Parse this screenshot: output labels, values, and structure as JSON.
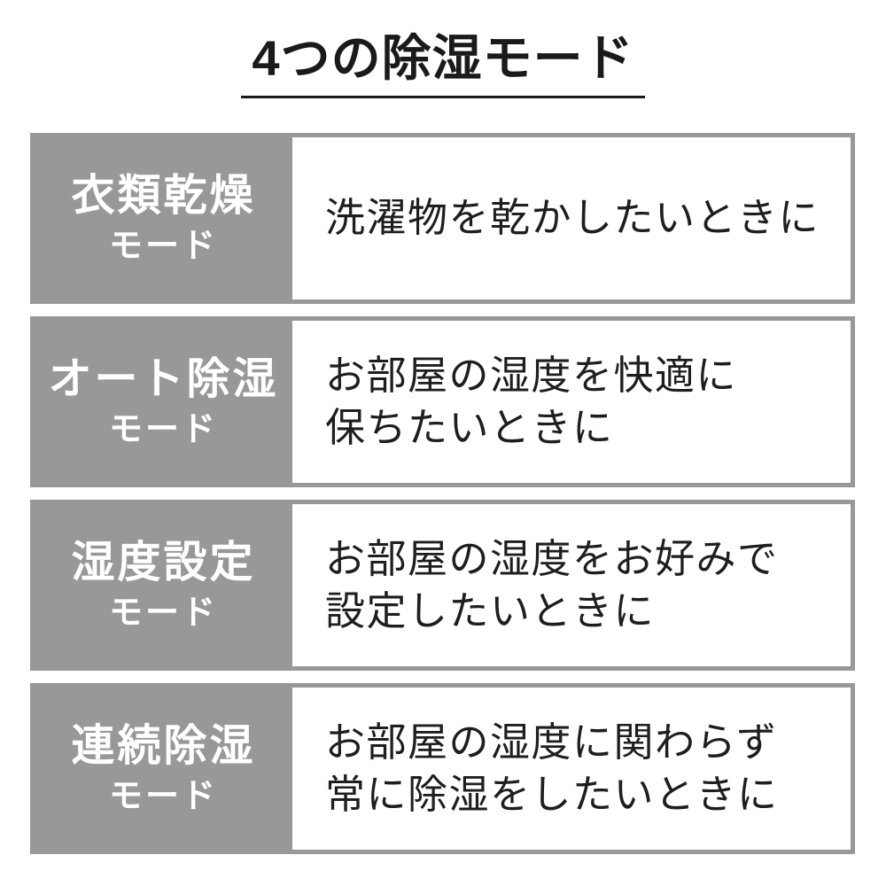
{
  "title": {
    "text": "4つの除湿モード"
  },
  "colors": {
    "background": "#ffffff",
    "cell_gray": "#98989a",
    "border_gray": "#98989a",
    "label_text": "#ffffff",
    "body_text": "#1e1e1e",
    "title_text": "#1a1a1a"
  },
  "modes": [
    {
      "name": "衣類乾燥",
      "suffix": "モード",
      "description_lines": [
        "洗濯物を乾かしたいときに"
      ]
    },
    {
      "name": "オート除湿",
      "suffix": "モード",
      "description_lines": [
        "お部屋の湿度を快適に",
        "保ちたいときに"
      ]
    },
    {
      "name": "湿度設定",
      "suffix": "モード",
      "description_lines": [
        "お部屋の湿度をお好みで",
        "設定したいときに"
      ]
    },
    {
      "name": "連続除湿",
      "suffix": "モード",
      "description_lines": [
        "お部屋の湿度に関わらず",
        "常に除湿をしたいときに"
      ]
    }
  ]
}
